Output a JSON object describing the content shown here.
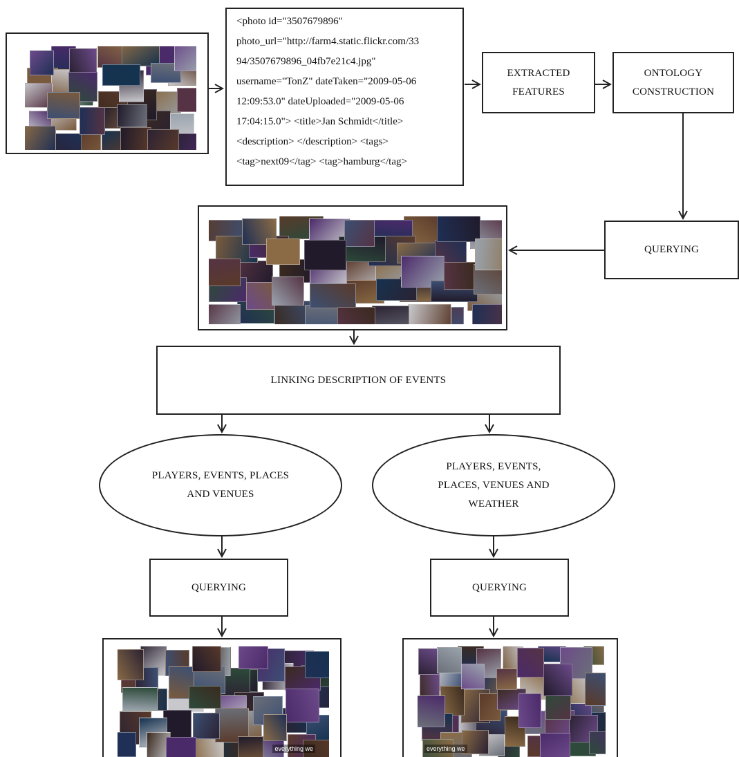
{
  "xml_lines": [
    "<photo id=\"3507679896\"",
    "photo_url=\"http://farm4.static.flickr.com/33",
    "94/3507679896_04fb7e21c4.jpg\"",
    "username=\"TonZ\" dateTaken=\"2009-05-06",
    "12:09:53.0\" dateUploaded=\"2009-05-06",
    "17:04:15.0\"> <title>Jan Schmidt</title>",
    "<description> </description> <tags>",
    "<tag>next09</tag> <tag>hamburg</tag>"
  ],
  "nodes": {
    "extracted_features": [
      "EXTRACTED",
      "FEATURES"
    ],
    "ontology_construction": [
      "ONTOLOGY",
      "CONSTRUCTION"
    ],
    "querying_top": "QUERYING",
    "linking": "LINKING DESCRIPTION OF EVENTS",
    "ellipse_left": [
      "PLAYERS, EVENTS, PLACES",
      "AND VENUES"
    ],
    "ellipse_right": [
      "PLAYERS, EVENTS,",
      "PLACES, VENUES AND",
      "WEATHER"
    ],
    "querying_left": "QUERYING",
    "querying_right": "QUERYING"
  },
  "images": [
    {
      "name": "input-photo-collage",
      "description": "collage of event photos"
    },
    {
      "name": "queried-photo-collage",
      "description": "collage of event photos"
    },
    {
      "name": "result-collage-left",
      "description": "collage of event photos",
      "caption": "everything we"
    },
    {
      "name": "result-collage-right",
      "description": "collage of event photos",
      "caption": "everything we"
    }
  ],
  "colors": {
    "stroke": "#222222",
    "photo_palette": [
      "#2b2233",
      "#5a3a2a",
      "#1f2f55",
      "#3c4f73",
      "#7a5a3c",
      "#201a2a",
      "#4b2a6a",
      "#6b6f78",
      "#2d4a3a",
      "#8a6b45",
      "#15324f",
      "#553344",
      "#9aa3ad",
      "#3a2a1f",
      "#6c4a8a",
      "#c8c8cc"
    ]
  }
}
